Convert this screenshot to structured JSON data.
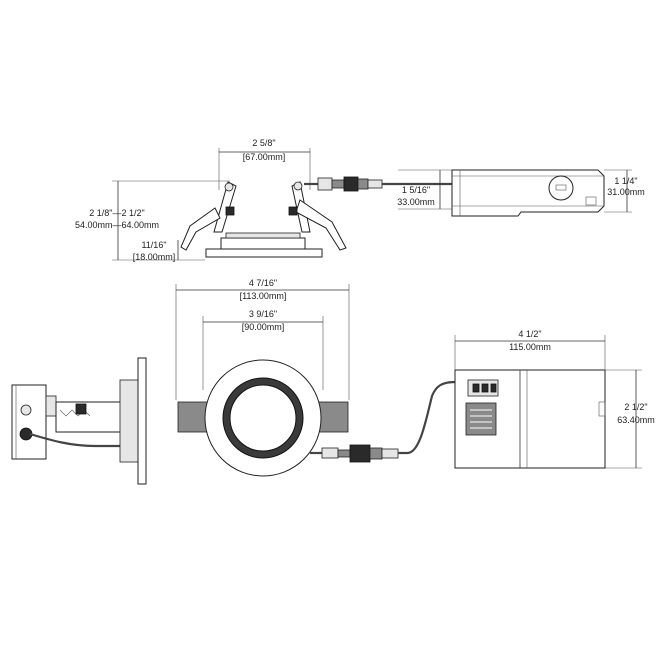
{
  "dimensions": {
    "top_width_in": "2 5/8\"",
    "top_width_mm": "[67.00mm]",
    "height_range_in": "2 1/8\"—2 1/2\"",
    "height_range_mm": "54.00mm—64.00mm",
    "trim_height_in": "11/16\"",
    "trim_height_mm": "[18.00mm]",
    "box_depth_in": "1 5/16\"",
    "box_depth_mm": "33.00mm",
    "box_height_in": "1 1/4\"",
    "box_height_mm": "31.00mm",
    "trim_dia_in": "4 7/16\"",
    "trim_dia_mm": "[113.00mm]",
    "cutout_in": "3 9/16\"",
    "cutout_mm": "[90.00mm]",
    "box_length_in": "4 1/2\"",
    "box_length_mm": "115.00mm",
    "box_width_in": "2 1/2\"",
    "box_width_mm": "63.40mm"
  }
}
